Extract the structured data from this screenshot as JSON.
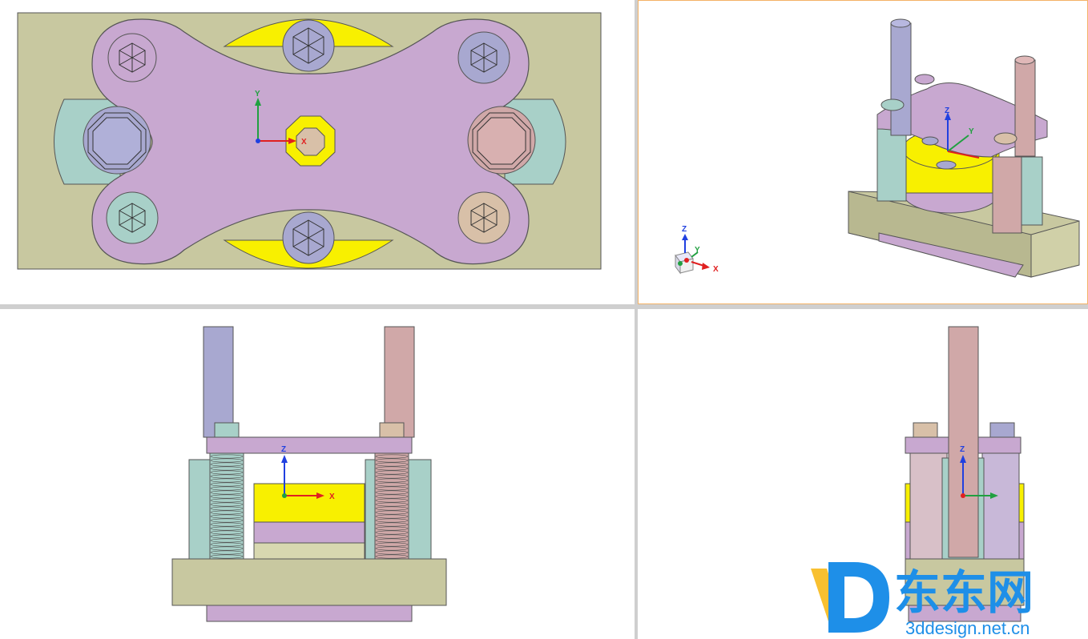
{
  "axes": {
    "x_label": "X",
    "y_label": "Y",
    "z_label": "Z",
    "x_color": "#e02020",
    "y_color": "#20a040",
    "z_color": "#2040e0"
  },
  "colors": {
    "plate": "#c8c8a0",
    "lilac": "#c8a8d0",
    "yellow": "#f8f000",
    "teal": "#a8d0c8",
    "blue": "#a8a8d0",
    "rose": "#d0a8a8",
    "tan": "#d8c0a8",
    "viewport_border_active": "#f4b266"
  },
  "watermark": {
    "chinese": "东东网",
    "url": "3ddesign.net.cn",
    "color": "#1e8fe8"
  },
  "views": [
    {
      "name": "top"
    },
    {
      "name": "isometric"
    },
    {
      "name": "front"
    },
    {
      "name": "side"
    }
  ]
}
